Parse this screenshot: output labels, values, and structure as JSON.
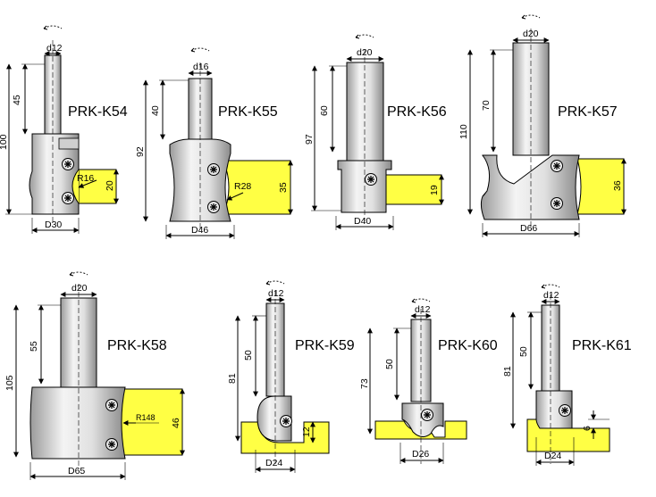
{
  "colors": {
    "steel_light": "#f2f2f2",
    "steel_mid": "#c8c8c8",
    "steel_dark": "#8a8a8a",
    "workpiece": "#ffff44",
    "outline": "#000000"
  },
  "tools": [
    {
      "code": "PRK-K54",
      "shank": "d12",
      "shank_len": "45",
      "total": "100",
      "diameter": "D30",
      "height": "20",
      "radius": "R16"
    },
    {
      "code": "PRK-K55",
      "shank": "d16",
      "shank_len": "40",
      "total": "92",
      "diameter": "D46",
      "height": "35",
      "radius": "R28"
    },
    {
      "code": "PRK-K56",
      "shank": "d20",
      "shank_len": "60",
      "total": "97",
      "diameter": "D40",
      "height": "19"
    },
    {
      "code": "PRK-K57",
      "shank": "d20",
      "shank_len": "70",
      "total": "110",
      "diameter": "D66",
      "height": "36"
    },
    {
      "code": "PRK-K58",
      "shank": "d20",
      "shank_len": "55",
      "total": "105",
      "diameter": "D65",
      "height": "46",
      "radius": "R148"
    },
    {
      "code": "PRK-K59",
      "shank": "d12",
      "shank_len": "50",
      "total": "81",
      "diameter": "D24",
      "height": "12"
    },
    {
      "code": "PRK-K60",
      "shank": "d12",
      "shank_len": "50",
      "total": "73",
      "diameter": "D26"
    },
    {
      "code": "PRK-K61",
      "shank": "d12",
      "shank_len": "50",
      "total": "81",
      "diameter": "D24",
      "height": "6"
    }
  ]
}
